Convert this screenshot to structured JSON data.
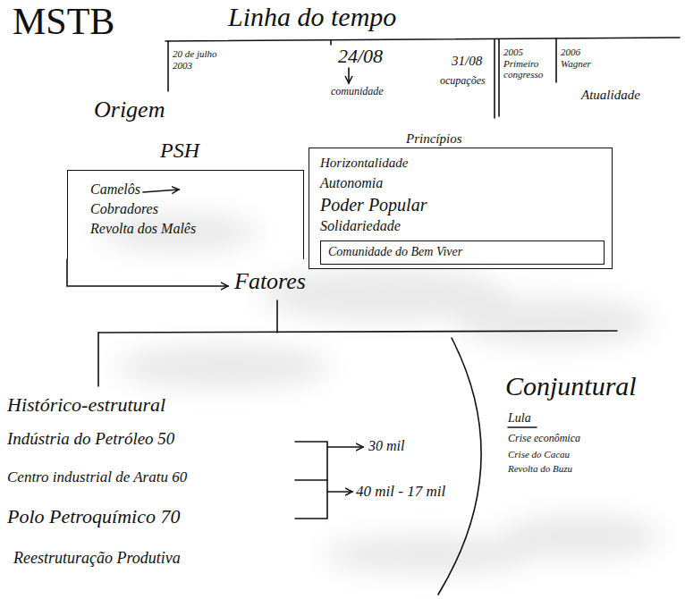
{
  "diagram": {
    "title": "MSTB",
    "nodes": [
      {
        "text": [
          "PSH",
          "Camelôs",
          "Cobradores",
          "Revolta dos Malês"
        ]
      },
      {
        "text": [
          "Princípios",
          "Horizontalidade",
          "Autonomia",
          "Poder Popular",
          "Solidariedade"
        ]
      },
      {
        "text": [
          "Comunidade do Bem Viver"
        ],
        "in": 1
      }
    ],
    "labels": [
      "Linha do tempo",
      "20 de julho 2003",
      "Origem",
      "24/08",
      "comunidade",
      "31/08",
      "ocupações",
      "2005 Primeiro congresso",
      "2006 Wagner",
      "Atualidade",
      "Fatores",
      "Histórico-estrutural",
      "Indústria do Petróleo 50",
      "Centro industrial de Aratu 60",
      "Polo Petroquímico 70",
      "Reestruturação Produtiva",
      "30 mil",
      "40 mil - 17 mil",
      "Conjuntural",
      "Lula",
      "Crise econômica",
      "Crise do Cacau",
      "Revolta do Buzu"
    ]
  }
}
